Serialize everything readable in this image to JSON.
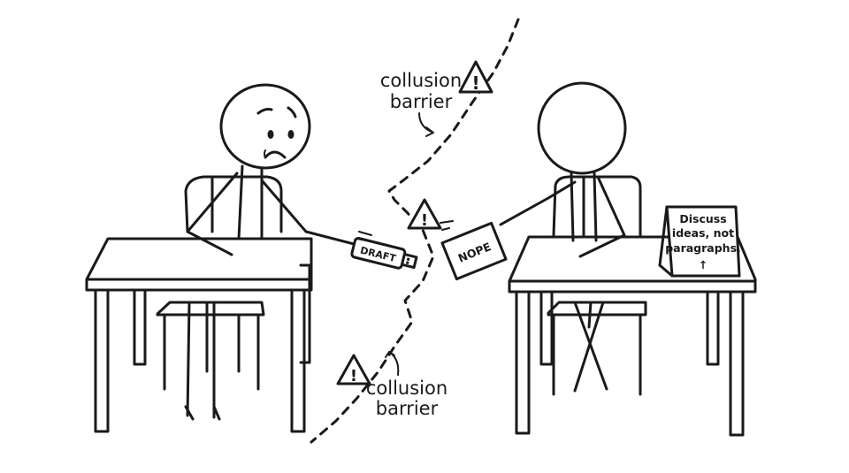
{
  "labels": {
    "barrier_top_line1": "collusion",
    "barrier_top_line2": "barrier",
    "barrier_bottom_line1": "collusion",
    "barrier_bottom_line2": "barrier",
    "usb_text": "DRAFT",
    "note_text": "NOPE",
    "sign_line1": "Discuss",
    "sign_line2": "ideas, not",
    "sign_line3": "paragraphs.",
    "sign_arrow": "↑",
    "warning_glyph": "!"
  },
  "icons": {
    "warning": "warning-triangle-icon",
    "curved_arrow": "curved-arrow-icon"
  },
  "colors": {
    "ink": "#1a1a1a",
    "background": "#ffffff"
  }
}
